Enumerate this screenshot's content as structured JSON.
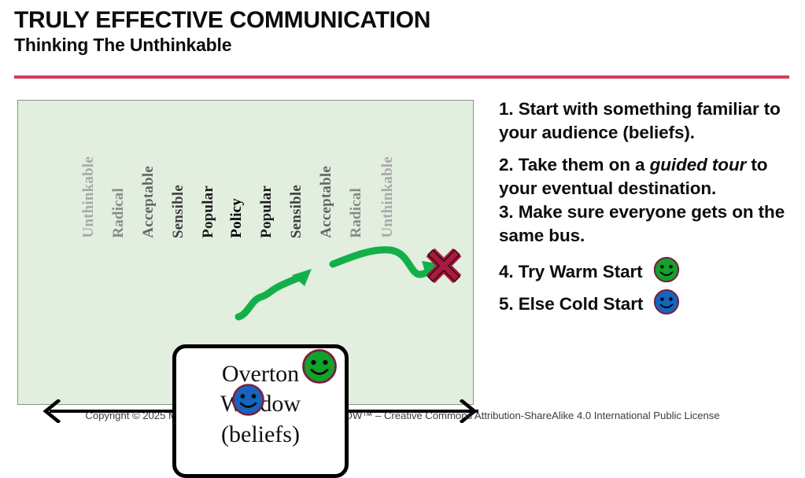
{
  "header": {
    "title": "TRULY EFFECTIVE COMMUNICATION",
    "subtitle": "Thinking The Unthinkable",
    "rule_color": "#d23b57"
  },
  "diagram": {
    "panel_bg": "#e2eede",
    "panel_border": "#8c948a",
    "scale_labels": [
      {
        "text": "Unthinkable",
        "color": "#a8a8a8"
      },
      {
        "text": "Radical",
        "color": "#8a8a8a"
      },
      {
        "text": "Acceptable",
        "color": "#666666"
      },
      {
        "text": "Sensible",
        "color": "#3f3f3f"
      },
      {
        "text": "Popular",
        "color": "#1c1c1c"
      },
      {
        "text": "Policy",
        "color": "#000000"
      },
      {
        "text": "Popular",
        "color": "#1c1c1c"
      },
      {
        "text": "Sensible",
        "color": "#3f3f3f"
      },
      {
        "text": "Acceptable",
        "color": "#666666"
      },
      {
        "text": "Radical",
        "color": "#8a8a8a"
      },
      {
        "text": "Unthinkable",
        "color": "#a8a8a8"
      }
    ],
    "window_box": {
      "line1": "Overton",
      "line2": "Window",
      "line3": "(beliefs)"
    },
    "path": {
      "color": "#13b04a",
      "target_color": "#a81a3f",
      "target_label": "X"
    },
    "smileys": [
      {
        "name": "cold-start-smiley",
        "color": "#1565c0",
        "outline": "#7a1f3d"
      },
      {
        "name": "warm-start-smiley",
        "color": "#12a12a",
        "outline": "#7a1f3d"
      }
    ]
  },
  "steps": [
    {
      "num": "1.",
      "text": "Start with something familiar to your audience (beliefs).",
      "icon": ""
    },
    {
      "num": "2.",
      "text_before": "Take them on a ",
      "emphasis": "guided tour",
      "text_after": " to your eventual destination.",
      "icon": ""
    },
    {
      "num": "3.",
      "text": "Make sure everyone gets on the same bus.",
      "icon": ""
    },
    {
      "num": "4.",
      "text": "Try Warm Start",
      "icon": "green-smiley"
    },
    {
      "num": "5.",
      "text": "Else Cold Start",
      "icon": "blue-smiley"
    }
  ],
  "footer": {
    "text": "Copyright © 2025 Michael Herman (Alberta, Canada) – TDW™ – Creative Commons Attribution-ShareAlike 4.0 International Public License"
  }
}
